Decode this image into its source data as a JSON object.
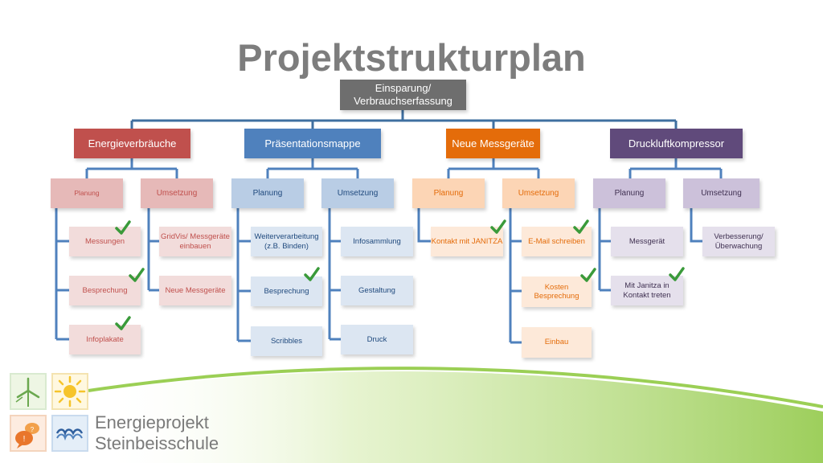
{
  "title": "Projektstrukturplan",
  "colors": {
    "red_dark": "#c0504d",
    "red_mid": "#e6b9b8",
    "red_light": "#f2dcdb",
    "red_text": "#c0504d",
    "blue_dark": "#4f81bd",
    "blue_mid": "#b9cde5",
    "blue_light": "#dce6f2",
    "blue_text": "#1f497d",
    "orange_dark": "#e46c0a",
    "orange_mid": "#fcd5b5",
    "orange_light": "#fde9d9",
    "orange_text": "#e46c0a",
    "purple_dark": "#604a7b",
    "purple_mid": "#ccc1da",
    "purple_light": "#e5e0ec",
    "purple_text": "#403152",
    "check_green": "#3a9a3a",
    "wave_green": "#8cc63f"
  },
  "root": {
    "label": "Einsparung/ Verbrauchserfassung"
  },
  "branches": [
    {
      "label": "Energieverbräuche",
      "subs": [
        {
          "label": "Planung",
          "leaves": [
            {
              "label": "Messungen",
              "checked": true
            },
            {
              "label": "Besprechung",
              "checked": true
            },
            {
              "label": "Infoplakate",
              "checked": true
            }
          ]
        },
        {
          "label": "Umsetzung",
          "leaves": [
            {
              "label": "GridVis/ Messgeräte einbauen",
              "checked": false
            },
            {
              "label": "Neue Messgeräte",
              "checked": false
            }
          ]
        }
      ]
    },
    {
      "label": "Präsentationsmappe",
      "subs": [
        {
          "label": "Planung",
          "leaves": [
            {
              "label": "Weiterverarbeitung (z.B. Binden)",
              "checked": false
            },
            {
              "label": "Besprechung",
              "checked": true
            },
            {
              "label": "Scribbles",
              "checked": false
            }
          ]
        },
        {
          "label": "Umsetzung",
          "leaves": [
            {
              "label": "Infosammlung",
              "checked": false
            },
            {
              "label": "Gestaltung",
              "checked": false
            },
            {
              "label": "Druck",
              "checked": false
            }
          ]
        }
      ]
    },
    {
      "label": "Neue Messgeräte",
      "subs": [
        {
          "label": "Planung",
          "leaves": [
            {
              "label": "Kontakt mit JANITZA",
              "checked": true
            }
          ]
        },
        {
          "label": "Umsetzung",
          "leaves": [
            {
              "label": "E-Mail schreiben",
              "checked": true
            },
            {
              "label": "Kosten Besprechung",
              "checked": true
            },
            {
              "label": "Einbau",
              "checked": false
            }
          ]
        }
      ]
    },
    {
      "label": "Druckluftkompressor",
      "subs": [
        {
          "label": "Planung",
          "leaves": [
            {
              "label": "Messgerät",
              "checked": false
            },
            {
              "label": "Mit Janitza in Kontakt treten",
              "checked": true
            }
          ]
        },
        {
          "label": "Umsetzung",
          "leaves": [
            {
              "label": "Verbesserung/ Überwachung",
              "checked": false
            }
          ]
        }
      ]
    }
  ],
  "logo": {
    "line1": "Energieprojekt",
    "line2": "Steinbeisschule",
    "icons": [
      "wind-turbine-icon",
      "sun-icon",
      "speech-bubbles-icon",
      "water-waves-icon"
    ]
  }
}
